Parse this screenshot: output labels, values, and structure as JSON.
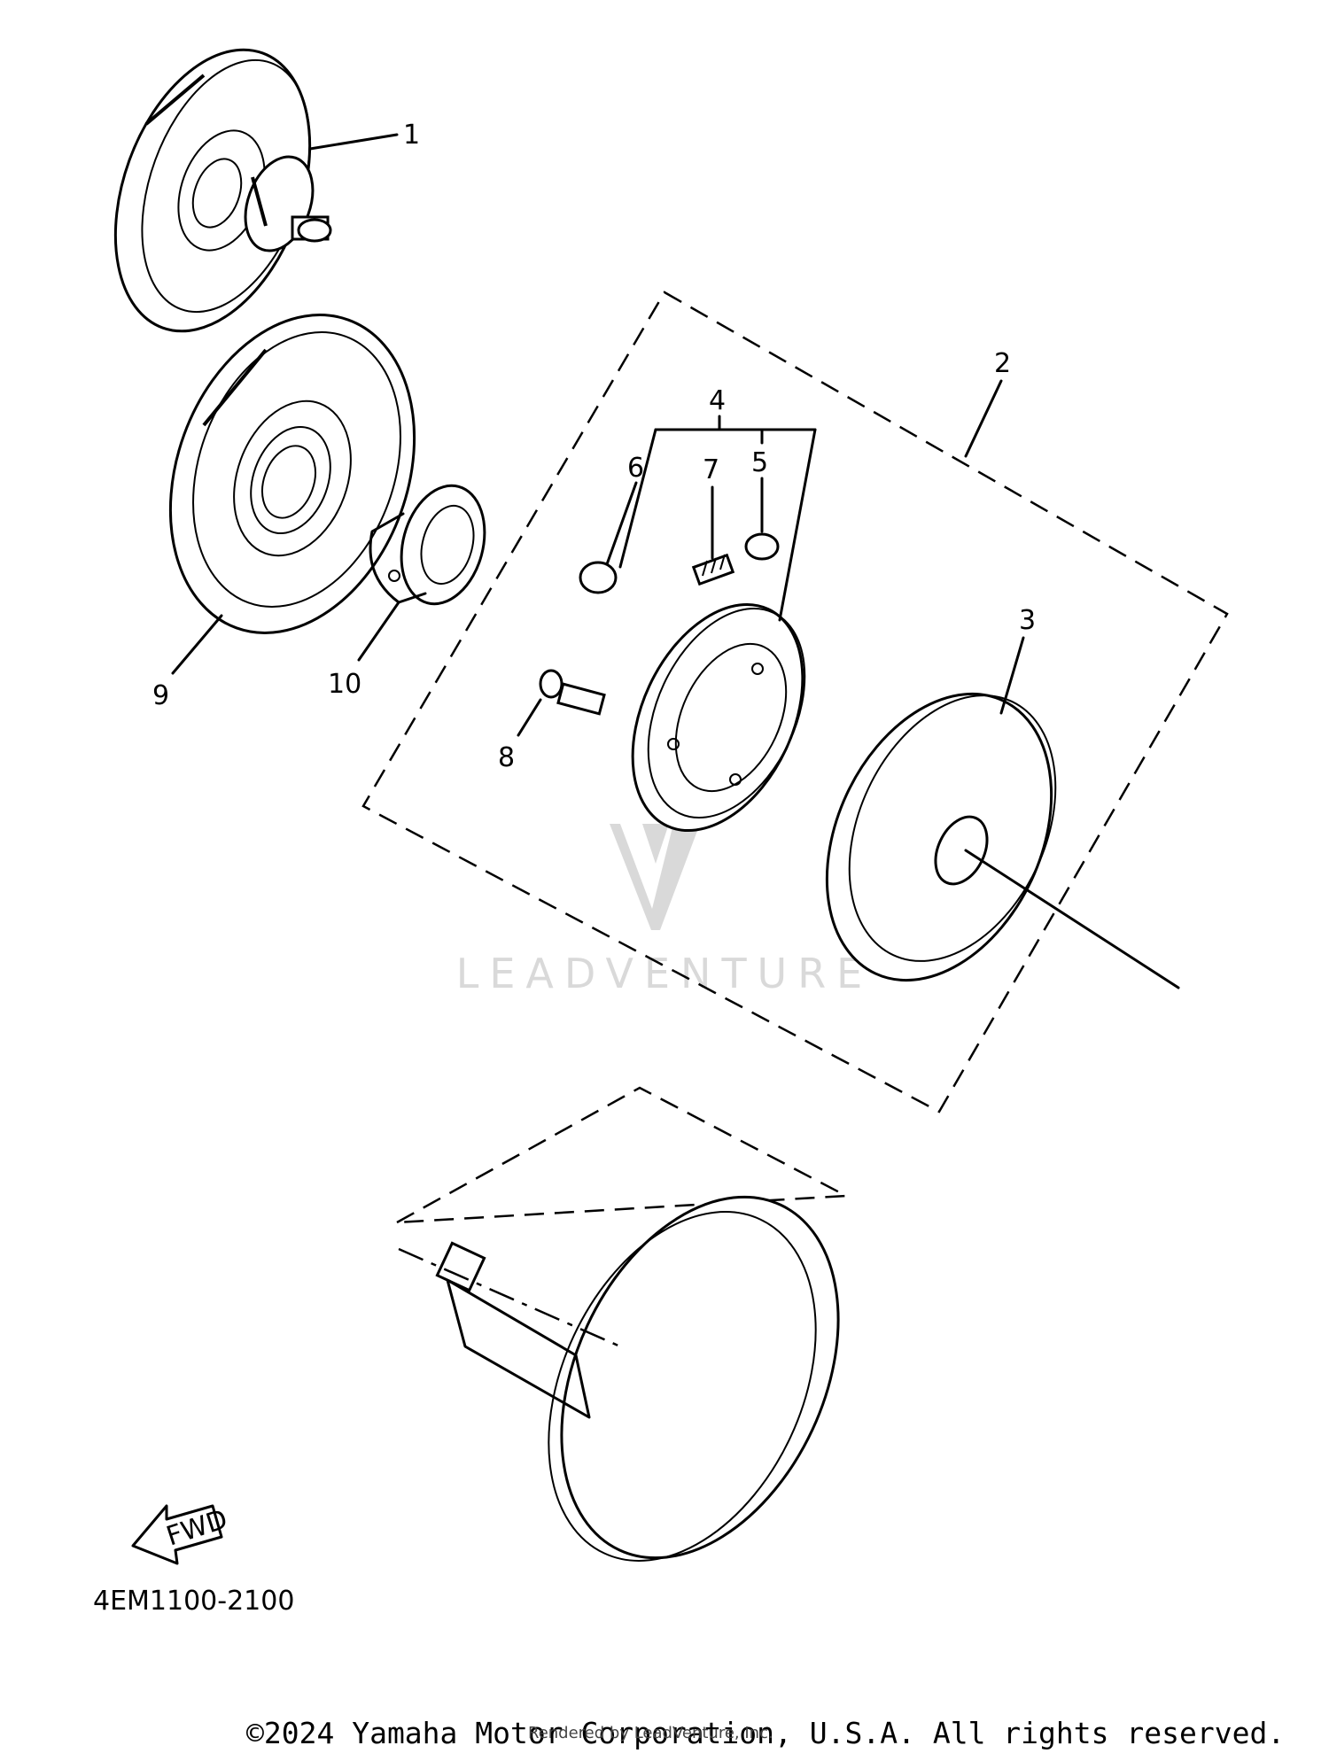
{
  "diagram": {
    "code": "4EM1100-2100",
    "fwd_label": "FWD",
    "watermark": "LEADVENTURE",
    "callouts": [
      "1",
      "2",
      "3",
      "4",
      "5",
      "6",
      "7",
      "8",
      "9",
      "10"
    ]
  },
  "footer": {
    "copyright": "©2024 Yamaha Motor Corporation, U.S.A. All rights reserved.",
    "rendered_by": "Rendered by LeadVenture, Inc."
  },
  "colors": {
    "ink": "#000000",
    "watermark": "#d9d9d9",
    "background": "#ffffff"
  }
}
